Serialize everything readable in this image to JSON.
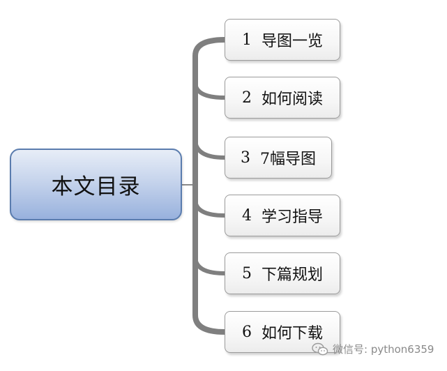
{
  "root": {
    "label": "本文目录"
  },
  "branches": [
    {
      "num": "1",
      "label": "导图一览"
    },
    {
      "num": "2",
      "label": "如何阅读"
    },
    {
      "num": "3",
      "label": "7幅导图"
    },
    {
      "num": "4",
      "label": "学习指导"
    },
    {
      "num": "5",
      "label": "下篇规划"
    },
    {
      "num": "6",
      "label": "如何下载"
    }
  ],
  "watermark": {
    "text": "微信号: python6359"
  },
  "colors": {
    "root_border": "#5a7cae",
    "connector": "#7f7f7f",
    "branch_border": "#9a9a9a"
  }
}
